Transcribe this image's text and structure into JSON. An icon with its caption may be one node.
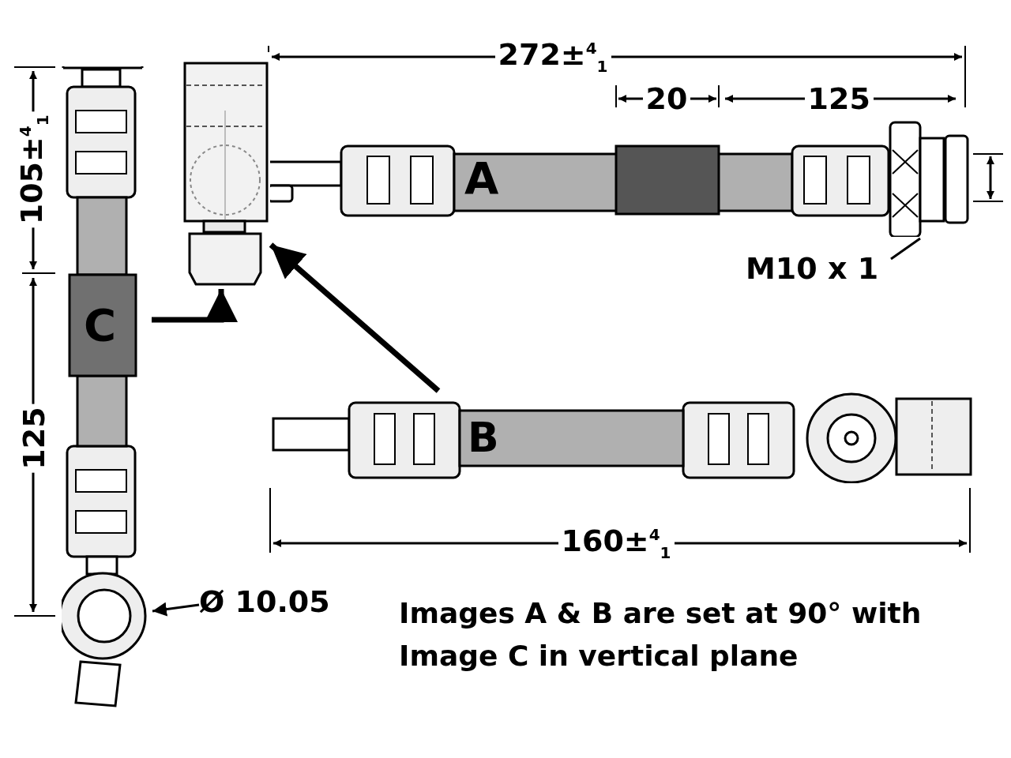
{
  "diagram": {
    "nodes": [
      {
        "text": [],
        "shape": "picture"
      },
      {
        "text": [
          "A"
        ]
      },
      {
        "text": [
          "C"
        ]
      },
      {
        "text": [
          "B"
        ]
      },
      {
        "text": [
          "M10 x 1"
        ]
      },
      {
        "text": [
          "Ø 10.05"
        ]
      }
    ],
    "edges": [
      {
        "from": 2,
        "to": 0,
        "arrow": "to",
        "style": "thick"
      },
      {
        "from": 3,
        "to": 0,
        "arrow": "to",
        "style": "thick"
      },
      {
        "from": 4,
        "to": 1,
        "arrow": "none"
      },
      {
        "from": 5,
        "to": 2,
        "arrow": "to"
      }
    ],
    "labels": [
      "105±$^{4}$$_{1}$",
      "272±$^{4}$$_{1}$",
      "20",
      "125",
      "125",
      "160±$^{4}$$_{1}$",
      "Images A & B are set at 90° with Image C in vertical plane"
    ]
  }
}
